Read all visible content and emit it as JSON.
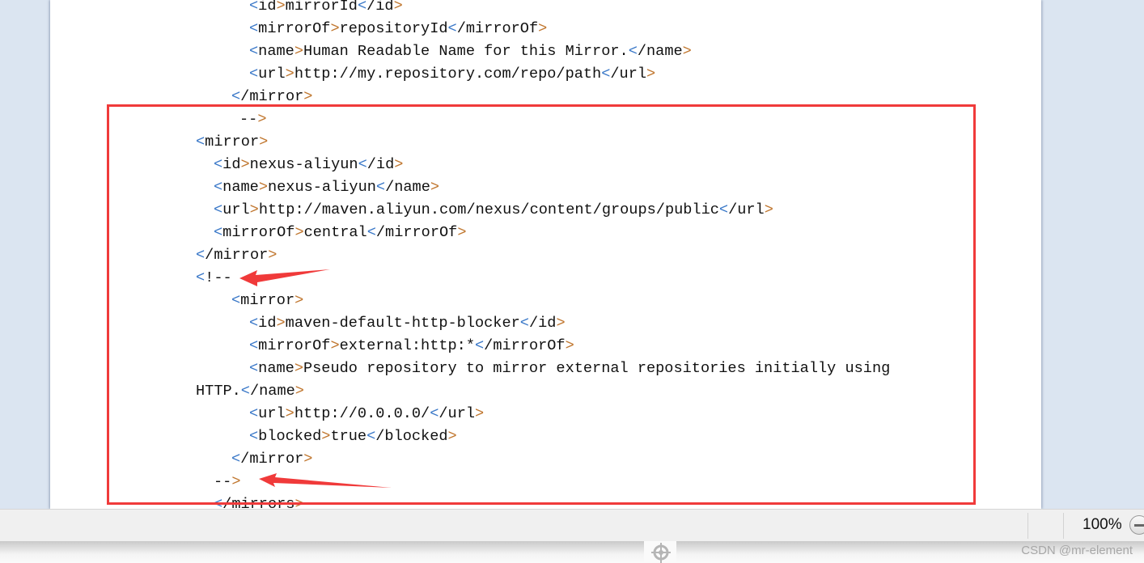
{
  "document": {
    "lines": [
      "<id>mirrorId</id>",
      "<mirrorOf>repositoryId</mirrorOf>",
      "<name>Human Readable Name for this Mirror.</name>",
      "<url>http://my.repository.com/repo/path</url>",
      "</mirror>",
      "-->",
      "<mirror>",
      "<id>nexus-aliyun</id>",
      "<name>nexus-aliyun</name>",
      "<url>http://maven.aliyun.com/nexus/content/groups/public</url>",
      "<mirrorOf>central</mirrorOf>",
      "</mirror>",
      "<!--",
      "<mirror>",
      "<id>maven-default-http-blocker</id>",
      "<mirrorOf>external:http:*</mirrorOf>",
      "<name>Pseudo repository to mirror external repositories initially using",
      "HTTP.</name>",
      "<url>http://0.0.0.0/</url>",
      "<blocked>true</blocked>",
      "</mirror>",
      "-->",
      "</mirrors>"
    ]
  },
  "annotation": {
    "box_color": "#f03a3a"
  },
  "statusbar": {
    "zoom": "100%",
    "zoom_out_icon": "minus-circle-icon"
  },
  "watermark": "CSDN @mr-element"
}
